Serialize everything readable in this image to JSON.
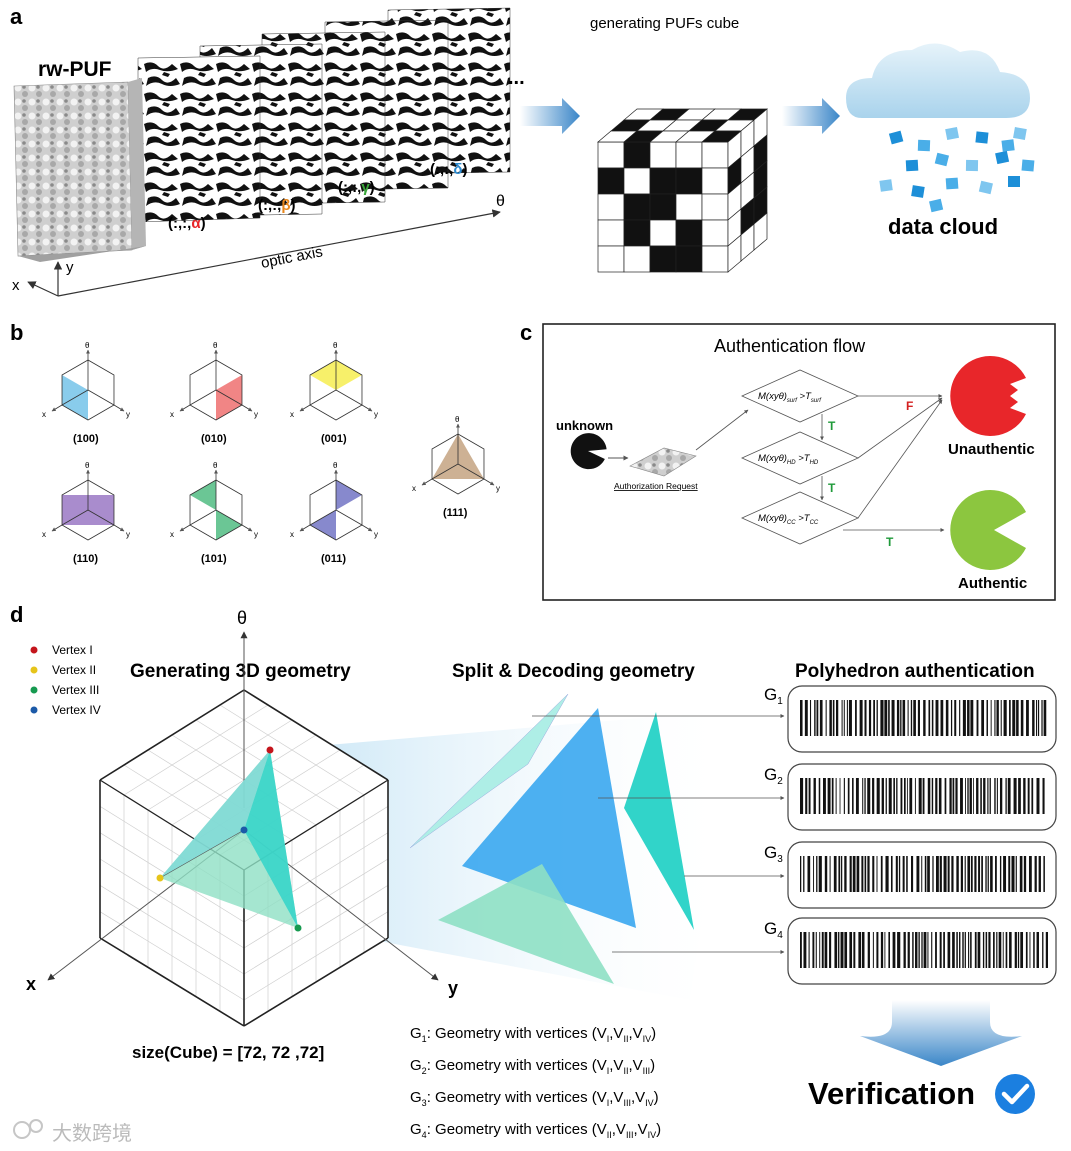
{
  "colors": {
    "red": "#e8262a",
    "green": "#8cc63f",
    "blue_arrow": "#3a86c8",
    "cyan": "#31d4c9",
    "teal": "#8ee0c4",
    "blue_tri": "#2f9ae6",
    "purple": "#a07fc8",
    "pink": "#f07878",
    "yellow": "#f6ee5a",
    "sky": "#7cc7ea",
    "darkgreen": "#5bc08a",
    "indigo": "#7a7cc8",
    "tan": "#c8a888",
    "check": "#1b7fe0",
    "vertex_red": "#c4151c",
    "vertex_yellow": "#e6c41a",
    "vertex_green": "#169a50",
    "vertex_blue": "#1c5aa8"
  },
  "panel_a": {
    "letter": "a",
    "rw_puf": "rw-PUF",
    "ellipsis": "...",
    "slice_alpha": {
      "prefix": "(:,:,",
      "sym": "α",
      "suffix": ")"
    },
    "slice_beta": {
      "prefix": "(:,:,",
      "sym": "β",
      "suffix": ")"
    },
    "slice_gamma": {
      "prefix": "(:,:,",
      "sym": "γ",
      "suffix": ")"
    },
    "slice_delta": {
      "prefix": "(:,:,",
      "sym": "δ",
      "suffix": ")"
    },
    "theta": "θ",
    "optic_axis": "optic axis",
    "x": "x",
    "y": "y",
    "cube_title": "generating PUFs cube",
    "data_cloud": "data cloud"
  },
  "panel_b": {
    "letter": "b",
    "axis_theta": "θ",
    "axis_x": "x",
    "axis_y": "y",
    "planes": [
      {
        "label": "(100)",
        "color": "#7cc7ea"
      },
      {
        "label": "(010)",
        "color": "#f07878"
      },
      {
        "label": "(001)",
        "color": "#f6ee5a"
      },
      {
        "label": "(110)",
        "color": "#a07fc8"
      },
      {
        "label": "(101)",
        "color": "#5bc08a"
      },
      {
        "label": "(011)",
        "color": "#7a7cc8"
      },
      {
        "label": "(111)",
        "color": "#c8a888"
      }
    ]
  },
  "panel_c": {
    "letter": "c",
    "title": "Authentication flow",
    "unknown": "unknown",
    "auth_request": "Authorization Request",
    "cond1": {
      "m": "M(xyθ)",
      "sub1": "surf",
      "gt": " >T",
      "sub2": "surf"
    },
    "cond2": {
      "m": "M(xyθ)",
      "sub1": "HD",
      "gt": " >T",
      "sub2": "HD"
    },
    "cond3": {
      "m": "M(xyθ)",
      "sub1": "CC",
      "gt": " >T",
      "sub2": "CC"
    },
    "t": "T",
    "f": "F",
    "unauthentic": "Unauthentic",
    "authentic": "Authentic"
  },
  "panel_d": {
    "letter": "d",
    "legend": [
      {
        "label": "Vertex I",
        "color": "#c4151c"
      },
      {
        "label": "Vertex II",
        "color": "#e6c41a"
      },
      {
        "label": "Vertex III",
        "color": "#169a50"
      },
      {
        "label": "Vertex IV",
        "color": "#1c5aa8"
      }
    ],
    "theta": "θ",
    "x": "x",
    "y": "y",
    "gen_title": "Generating 3D geometry",
    "split_title": "Split & Decoding geometry",
    "poly_title": "Polyhedron authentication",
    "size_cube": "size(Cube) = [72, 72 ,72]",
    "g_labels": [
      {
        "g": "G",
        "sub": "1"
      },
      {
        "g": "G",
        "sub": "2"
      },
      {
        "g": "G",
        "sub": "3"
      },
      {
        "g": "G",
        "sub": "4"
      }
    ],
    "geometries": [
      {
        "g": "G",
        "sub": "1",
        "text": ": Geometry with vertices (V",
        "v1": "I",
        "v2": "II",
        "v3": "IV"
      },
      {
        "g": "G",
        "sub": "2",
        "text": ": Geometry with vertices (V",
        "v1": "I",
        "v2": "II",
        "v3": "III"
      },
      {
        "g": "G",
        "sub": "3",
        "text": ": Geometry with vertices (V",
        "v1": "I",
        "v2": "III",
        "v3": "IV"
      },
      {
        "g": "G",
        "sub": "4",
        "text": ": Geometry with vertices (V",
        "v1": "II",
        "v2": "III",
        "v3": "IV"
      }
    ],
    "comma_v": ",V",
    "close": ")",
    "verification": "Verification"
  },
  "watermark": "大数跨境"
}
